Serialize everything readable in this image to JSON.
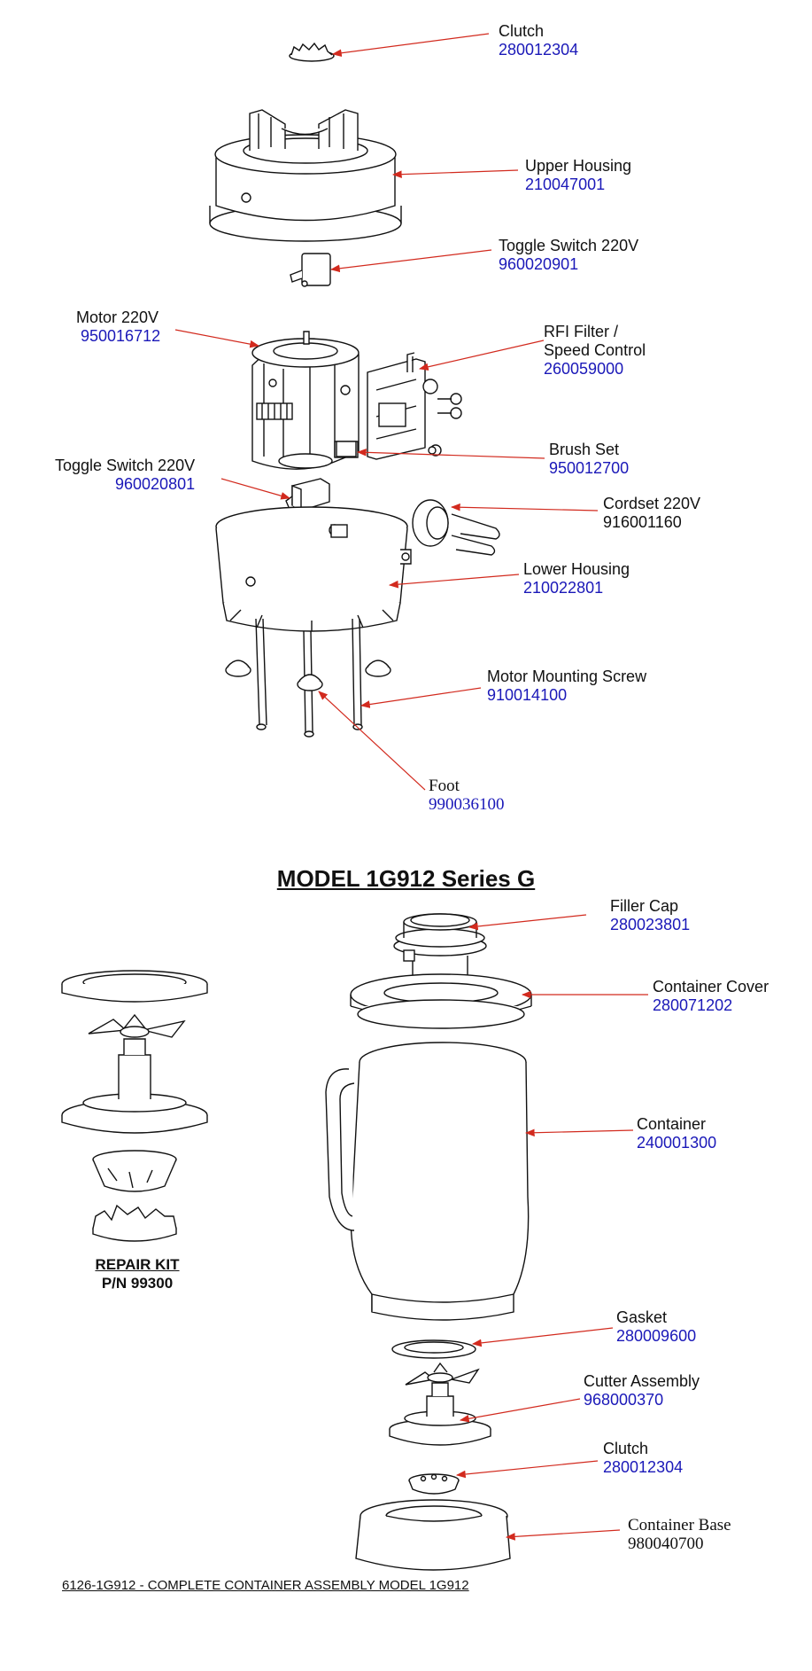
{
  "parts": {
    "clutch_top": {
      "name": "Clutch",
      "pn": "280012304"
    },
    "upper_housing": {
      "name": "Upper Housing",
      "pn": "210047001"
    },
    "toggle_switch_a": {
      "name": "Toggle Switch 220V",
      "pn": "960020901"
    },
    "motor": {
      "name": "Motor 220V",
      "pn": "950016712"
    },
    "rfi_filter": {
      "name1": "RFI Filter /",
      "name2": "Speed Control",
      "pn": "260059000"
    },
    "brush_set": {
      "name": "Brush Set",
      "pn": "950012700"
    },
    "toggle_switch_b": {
      "name": "Toggle Switch 220V",
      "pn": "960020801"
    },
    "cordset": {
      "name": "Cordset 220V",
      "pn": "916001160"
    },
    "lower_housing": {
      "name": "Lower Housing",
      "pn": "210022801"
    },
    "motor_screw": {
      "name": "Motor Mounting Screw",
      "pn": "910014100"
    },
    "foot": {
      "name": "Foot",
      "pn": "990036100"
    },
    "filler_cap": {
      "name": "Filler Cap",
      "pn": "280023801"
    },
    "container_cover": {
      "name": "Container Cover",
      "pn": "280071202"
    },
    "container": {
      "name": "Container",
      "pn": "240001300"
    },
    "gasket": {
      "name": "Gasket",
      "pn": "280009600"
    },
    "cutter_assembly": {
      "name": "Cutter Assembly",
      "pn": "968000370"
    },
    "clutch_bottom": {
      "name": "Clutch",
      "pn": "280012304"
    },
    "container_base": {
      "name": "Container Base",
      "pn": "980040700"
    }
  },
  "model_title": "MODEL  1G912 Series G",
  "repair_kit": {
    "title": "REPAIR KIT",
    "pn": "P/N 99300"
  },
  "footer_note": "6126-1G912 - COMPLETE CONTAINER ASSEMBLY MODEL  1G912",
  "colors": {
    "leader": "#d22a1e",
    "part_number": "#1a18b8",
    "outline": "#111111"
  }
}
